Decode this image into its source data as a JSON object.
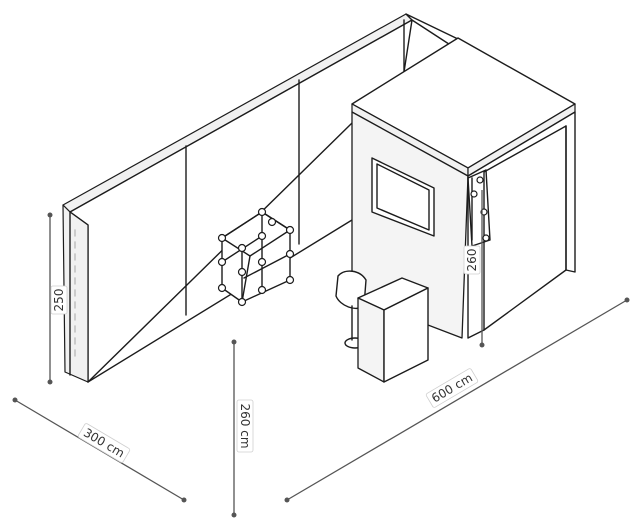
{
  "dimensions": {
    "depth_label": "300 cm",
    "height_label": "260 cm",
    "width_label": "600 cm",
    "wall_height_label": "250",
    "room_height_label": "260"
  },
  "colors": {
    "line": "#1c1c1c",
    "dimension": "#555555",
    "background": "#ffffff"
  }
}
